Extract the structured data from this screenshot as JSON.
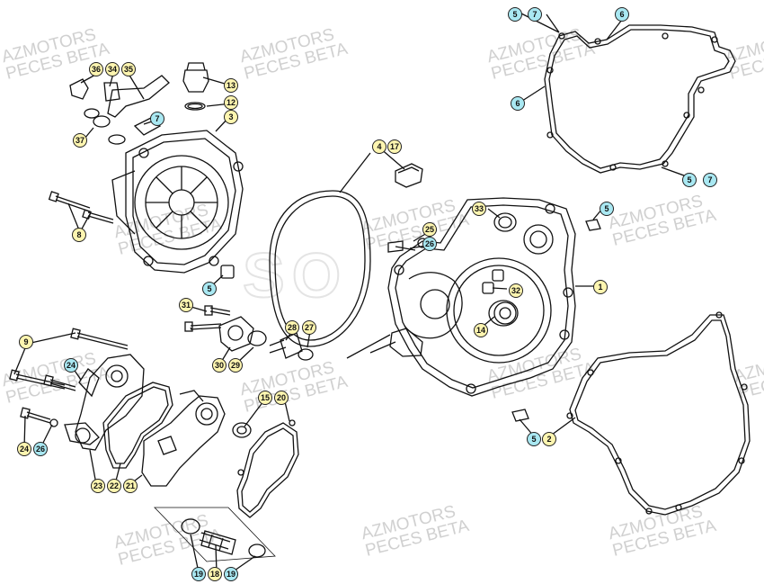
{
  "watermark": {
    "line1": "AZMOTORS",
    "line2": "PECES BETA"
  },
  "center_mark": "SO",
  "colors": {
    "yellow": "#fdf5b0",
    "blue": "#a9e8f2",
    "line": "#111111"
  },
  "callouts": [
    {
      "id": "c5a",
      "text": "5",
      "color": "blue"
    },
    {
      "id": "c7a",
      "text": "7",
      "color": "blue"
    },
    {
      "id": "c6a",
      "text": "6",
      "color": "blue"
    },
    {
      "id": "c6b",
      "text": "6",
      "color": "blue"
    },
    {
      "id": "c5b",
      "text": "5",
      "color": "blue"
    },
    {
      "id": "c7b",
      "text": "7",
      "color": "blue"
    },
    {
      "id": "c36",
      "text": "36",
      "color": "yellow"
    },
    {
      "id": "c34",
      "text": "34",
      "color": "yellow"
    },
    {
      "id": "c35",
      "text": "35",
      "color": "yellow"
    },
    {
      "id": "c13",
      "text": "13",
      "color": "yellow"
    },
    {
      "id": "c12",
      "text": "12",
      "color": "yellow"
    },
    {
      "id": "c3",
      "text": "3",
      "color": "yellow"
    },
    {
      "id": "c7c",
      "text": "7",
      "color": "blue"
    },
    {
      "id": "c37",
      "text": "37",
      "color": "yellow"
    },
    {
      "id": "c8",
      "text": "8",
      "color": "yellow"
    },
    {
      "id": "c5c",
      "text": "5",
      "color": "blue"
    },
    {
      "id": "c4",
      "text": "4",
      "color": "yellow"
    },
    {
      "id": "c17",
      "text": "17",
      "color": "yellow"
    },
    {
      "id": "c33",
      "text": "33",
      "color": "yellow"
    },
    {
      "id": "c5d",
      "text": "5",
      "color": "blue"
    },
    {
      "id": "c25",
      "text": "25",
      "color": "yellow"
    },
    {
      "id": "c26a",
      "text": "26",
      "color": "blue"
    },
    {
      "id": "c1",
      "text": "1",
      "color": "yellow"
    },
    {
      "id": "c32",
      "text": "32",
      "color": "yellow"
    },
    {
      "id": "c14",
      "text": "14",
      "color": "yellow"
    },
    {
      "id": "c31",
      "text": "31",
      "color": "yellow"
    },
    {
      "id": "c28",
      "text": "28",
      "color": "yellow"
    },
    {
      "id": "c27",
      "text": "27",
      "color": "yellow"
    },
    {
      "id": "c30",
      "text": "30",
      "color": "yellow"
    },
    {
      "id": "c29",
      "text": "29",
      "color": "yellow"
    },
    {
      "id": "c9",
      "text": "9",
      "color": "yellow"
    },
    {
      "id": "c24a",
      "text": "24",
      "color": "blue"
    },
    {
      "id": "c15",
      "text": "15",
      "color": "yellow"
    },
    {
      "id": "c20",
      "text": "20",
      "color": "yellow"
    },
    {
      "id": "c24b",
      "text": "24",
      "color": "yellow"
    },
    {
      "id": "c26b",
      "text": "26",
      "color": "blue"
    },
    {
      "id": "c23",
      "text": "23",
      "color": "yellow"
    },
    {
      "id": "c22",
      "text": "22",
      "color": "yellow"
    },
    {
      "id": "c21",
      "text": "21",
      "color": "yellow"
    },
    {
      "id": "c5e",
      "text": "5",
      "color": "blue"
    },
    {
      "id": "c2",
      "text": "2",
      "color": "yellow"
    },
    {
      "id": "c19a",
      "text": "19",
      "color": "blue"
    },
    {
      "id": "c18",
      "text": "18",
      "color": "yellow"
    },
    {
      "id": "c19b",
      "text": "19",
      "color": "blue"
    }
  ]
}
